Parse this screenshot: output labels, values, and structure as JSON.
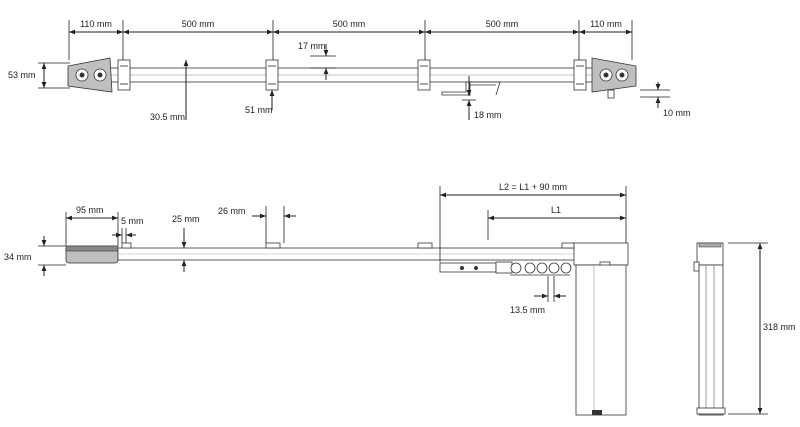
{
  "top_view": {
    "dimensions": {
      "left_end": "110 mm",
      "span_1": "500 mm",
      "span_2": "500 mm",
      "span_3": "500 mm",
      "right_end": "110 mm",
      "height": "53 mm",
      "bracket_offset": "17 mm",
      "track_depth": "30.5 mm",
      "bracket_width": "51 mm",
      "arm_offset": "18 mm",
      "thickness": "10 mm"
    }
  },
  "side_view": {
    "dimensions": {
      "l2_formula": "L2 = L1 + 90 mm",
      "l1": "L1",
      "end_cap": "95 mm",
      "gap": "5 mm",
      "profile_height": "25 mm",
      "clip_width": "26 mm",
      "rail_height": "34 mm",
      "pulley_pitch": "13.5 mm"
    }
  },
  "end_view": {
    "dimensions": {
      "motor_length": "318 mm"
    }
  }
}
